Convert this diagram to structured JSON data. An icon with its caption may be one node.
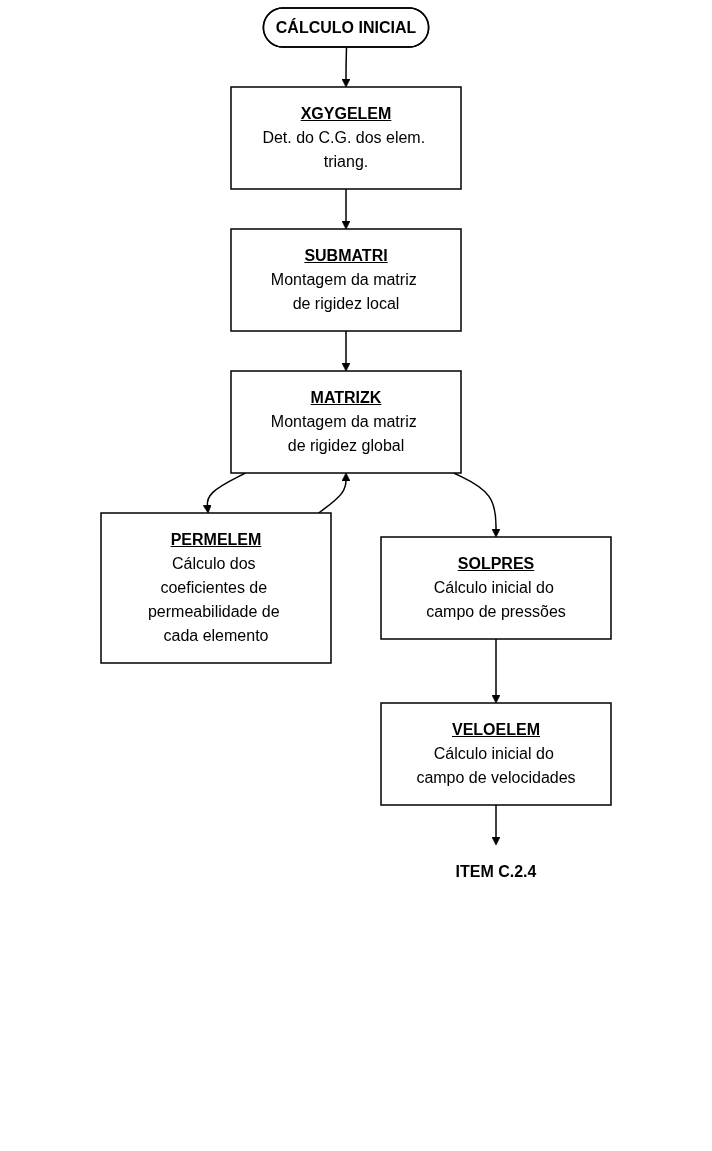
{
  "diagram": {
    "nodes": [
      {
        "text": [
          "CÁLCULO INICIAL"
        ]
      },
      {
        "text": [
          "XGYGELEM",
          "Det. do C.G. dos elem. triang."
        ]
      },
      {
        "text": [
          "SUBMATRI",
          "Montagem da matriz de rigidez local"
        ]
      },
      {
        "text": [
          "MATRIZK",
          "Montagem da matriz de rigidez global"
        ]
      },
      {
        "text": [
          "PERMELEM",
          "Cálculo dos coeficientes de permeabilidade de cada elemento"
        ]
      },
      {
        "text": [
          "SOLPRES",
          "Cálculo inicial do campo de pressões"
        ]
      },
      {
        "text": [
          "VELOELEM",
          "Cálculo inicial do campo de velocidades"
        ]
      },
      {
        "text": [
          "ITEM C.2.4"
        ]
      }
    ],
    "edges": [
      {
        "from": 0,
        "to": 1,
        "arrow": "to"
      },
      {
        "from": 1,
        "to": 2,
        "arrow": "to"
      },
      {
        "from": 2,
        "to": 3,
        "arrow": "to"
      },
      {
        "from": 3,
        "to": 4,
        "arrow": "to"
      },
      {
        "from": 4,
        "to": 3,
        "arrow": "to"
      },
      {
        "from": 3,
        "to": 5,
        "arrow": "to"
      },
      {
        "from": 5,
        "to": 6,
        "arrow": "to"
      },
      {
        "from": 6,
        "to": 7,
        "arrow": "to"
      }
    ]
  }
}
